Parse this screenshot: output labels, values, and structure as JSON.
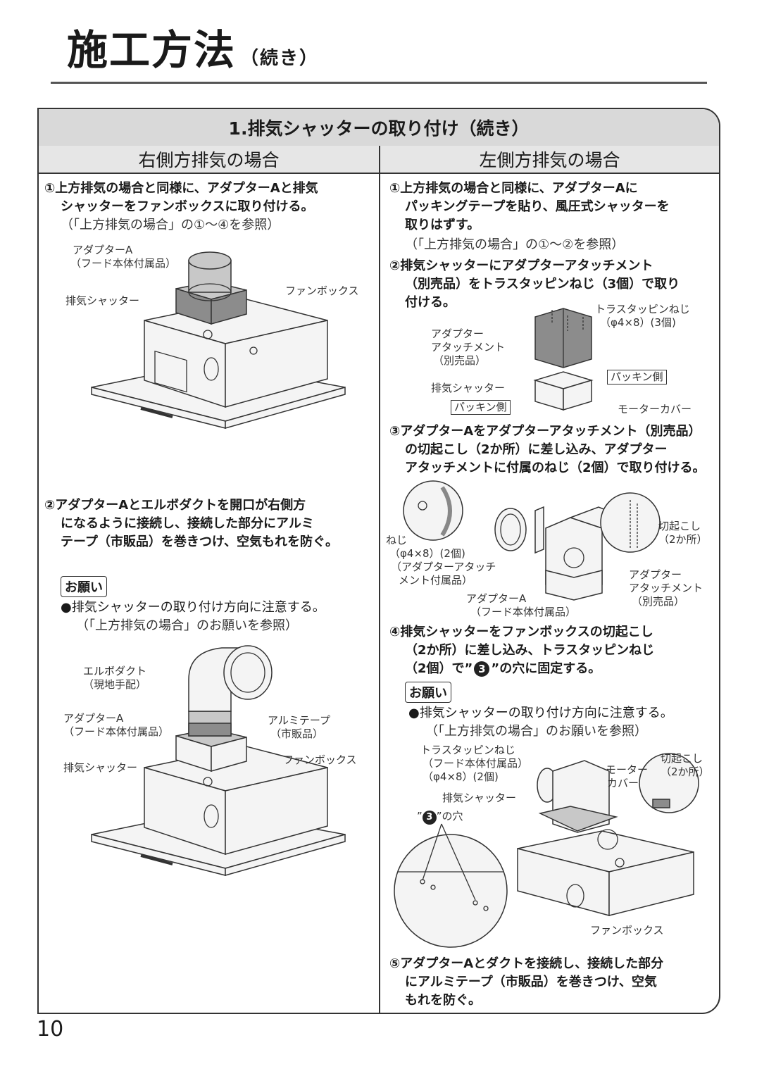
{
  "page": {
    "title": "施工方法",
    "subtitle": "（続き）",
    "number": "10"
  },
  "section": {
    "title": "1.排気シャッターの取り付け（続き）",
    "right_col_title": "右側方排気の場合",
    "left_col_title": "左側方排気の場合"
  },
  "right": {
    "step1_l1": "①上方排気の場合と同様に、アダプターAと排気",
    "step1_l2": "シャッターをファンボックスに取り付ける。",
    "step1_ref": "（「上方排気の場合」の①～④を参照）",
    "fig1": {
      "adapter_a_l1": "アダプターA",
      "adapter_a_l2": "（フード本体付属品）",
      "shutter": "排気シャッター",
      "fanbox": "ファンボックス"
    },
    "step2_l1": "②アダプターAとエルボダクトを開口が右側方",
    "step2_l2": "になるように接続し、接続した部分にアルミ",
    "step2_l3": "テープ（市販品）を巻きつけ、空気もれを防ぐ。",
    "onegai_label": "お願い",
    "onegai_l1": "●排気シャッターの取り付け方向に注意する。",
    "onegai_l2": "（「上方排気の場合」のお願いを参照）",
    "fig2": {
      "elbow_l1": "エルボダクト",
      "elbow_l2": "（現地手配）",
      "adapter_a_l1": "アダプターA",
      "adapter_a_l2": "（フード本体付属品）",
      "alumi_l1": "アルミテープ",
      "alumi_l2": "（市販品）",
      "shutter": "排気シャッター",
      "fanbox": "ファンボックス"
    }
  },
  "left": {
    "step1_l1": "①上方排気の場合と同様に、アダプターAに",
    "step1_l2": "パッキングテープを貼り、風圧式シャッターを",
    "step1_l3": "取りはずす。",
    "step1_ref": "（「上方排気の場合」の①～②を参照）",
    "step2_l1": "②排気シャッターにアダプターアタッチメント",
    "step2_l2": "（別売品）をトラスタッピンねじ（3個）で取り",
    "step2_l3": "付ける。",
    "fig1": {
      "screw_l1": "トラスタッピンねじ",
      "screw_l2": "（φ4×8）(3個)",
      "attach_l1": "アダプター",
      "attach_l2": "アタッチメント",
      "attach_l3": "（別売品）",
      "packing_1": "パッキン側",
      "shutter": "排気シャッター",
      "packing_2": "パッキン側",
      "motor_cover": "モーターカバー"
    },
    "step3_l1": "③アダプターAをアダプターアタッチメント（別売品）",
    "step3_l2": "の切起こし（2か所）に差し込み、アダプター",
    "step3_l3": "アタッチメントに付属のねじ（2個）で取り付ける。",
    "fig2": {
      "neji_l1": "ねじ",
      "neji_l2": "（φ4×8）(2個)",
      "neji_l3": "（アダプターアタッチ",
      "neji_l4": "メント付属品）",
      "adapter_a_l1": "アダプターA",
      "adapter_a_l2": "（フード本体付属品）",
      "kiri_l1": "切起こし",
      "kiri_l2": "（2か所）",
      "attach_l1": "アダプター",
      "attach_l2": "アタッチメント",
      "attach_l3": "（別売品）"
    },
    "step4_l1": "④排気シャッターをファンボックスの切起こし",
    "step4_l2": "（2か所）に差し込み、トラスタッピンねじ",
    "step4_l3a": "（2個）で”",
    "step4_circle": "3",
    "step4_l3b": "”の穴に固定する。",
    "onegai_label": "お願い",
    "onegai_l1": "●排気シャッターの取り付け方向に注意する。",
    "onegai_l2": "（「上方排気の場合」のお願いを参照）",
    "fig3": {
      "screw_l1": "トラスタッピンねじ",
      "screw_l2": "（フード本体付属品）",
      "screw_l3": "（φ4×8）(2個)",
      "shutter": "排気シャッター",
      "motor_l1": "モーター",
      "motor_l2": "カバー",
      "kiri_l1": "切起こし",
      "kiri_l2": "（2か所）",
      "hole_circle": "3",
      "hole_label": "”の穴",
      "fanbox": "ファンボックス"
    },
    "step5_l1": "⑤アダプターAとダクトを接続し、接続した部分",
    "step5_l2": "にアルミテープ（市販品）を巻きつけ、空気",
    "step5_l3": "もれを防ぐ。"
  }
}
